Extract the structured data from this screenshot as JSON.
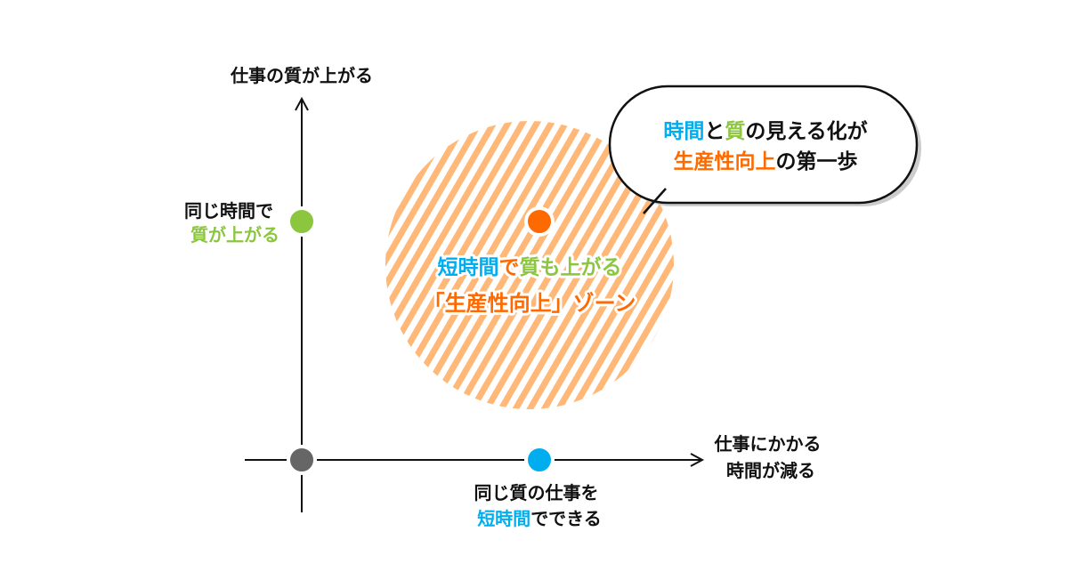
{
  "colors": {
    "blue": "#00aeef",
    "green": "#8cc63f",
    "orange": "#ff6a00",
    "gray": "#666666",
    "hatch": "#ffb877",
    "black": "#111111"
  },
  "y_axis_label": "仕事の質が上がる",
  "x_axis_label": [
    "仕事にかかる",
    "時間が減る"
  ],
  "green_point_label": {
    "line1": "同じ時間で",
    "line2": "質が上がる"
  },
  "blue_point_label": {
    "line1": "同じ質の仕事を",
    "line2_blue": "短時間",
    "line2_rest": "でできる"
  },
  "zone_label": {
    "line1": [
      {
        "text": "短時間",
        "color": "blue"
      },
      {
        "text": "で",
        "color": "orange"
      },
      {
        "text": "質も上がる",
        "color": "green"
      }
    ],
    "line2": "「生産性向上」ゾーン"
  },
  "callout": {
    "line1": [
      {
        "text": "時間",
        "color": "blue"
      },
      {
        "text": "と",
        "color": "black"
      },
      {
        "text": "質",
        "color": "green"
      },
      {
        "text": "の見える化が",
        "color": "black"
      }
    ],
    "line2": [
      {
        "text": "生産性向上",
        "color": "orange"
      },
      {
        "text": "の第一歩",
        "color": "black"
      }
    ]
  }
}
